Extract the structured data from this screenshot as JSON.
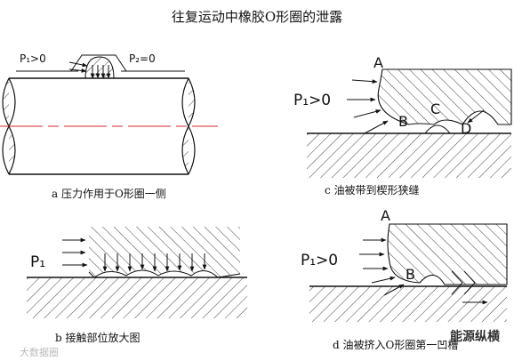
{
  "title": "往复运动中橡胶O形圈的泄露",
  "panel_a": {
    "p1": "P₁>0",
    "p2": "P₂=0",
    "caption": "a  压力作用于O形圈一侧"
  },
  "panel_b": {
    "p1": "P₁",
    "caption": "b  接触部位放大图"
  },
  "panel_c": {
    "p1": "P₁>0",
    "label_a": "A",
    "label_b": "B",
    "label_c": "C",
    "label_d": "D",
    "caption": "c  油被带到楔形狭缝"
  },
  "panel_d": {
    "p1": "P₁>0",
    "label_a": "A",
    "label_b": "B",
    "caption": "d  油被挤入O形圈第一凹槽"
  },
  "watermarks": {
    "left": "大数据圈",
    "right": "能源纵横"
  }
}
